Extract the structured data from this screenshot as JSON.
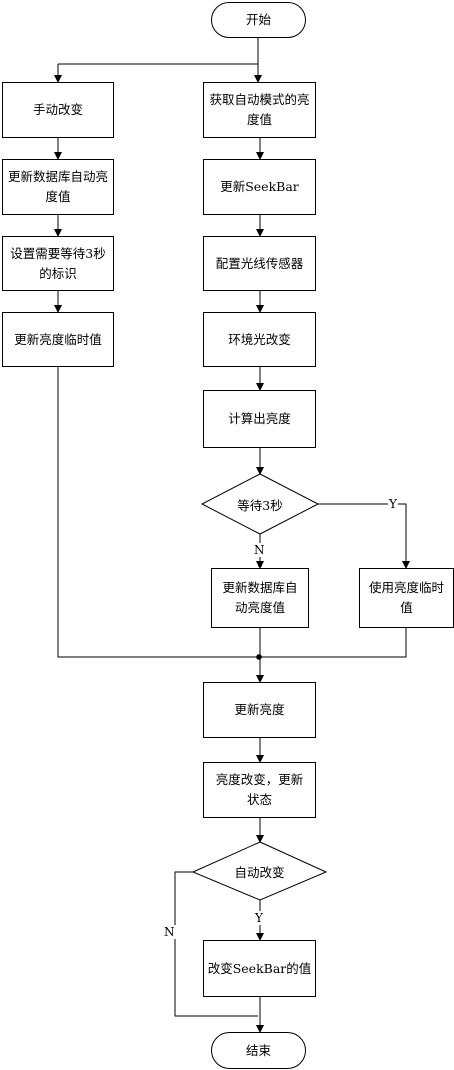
{
  "nodes": {
    "start": "开始",
    "manual_change": "手动改变",
    "update_db_left": "更新数据库自动亮\n度值",
    "set_wait_flag": "设置需要等待3秒\n的标识",
    "update_temp_value": "更新亮度临时值",
    "get_auto_value": "获取自动模式的亮\n度值",
    "update_seekbar": "更新SeekBar",
    "config_sensor": "配置光线传感器",
    "env_light_change": "环境光改变",
    "calc_brightness": "计算出亮度",
    "wait_3s": "等待3秒",
    "update_db_mid": "更新数据库自\n动亮度值",
    "use_temp_value": "使用亮度临时\n值",
    "update_brightness": "更新亮度",
    "brightness_changed": "亮度改变，更新\n状态",
    "auto_change": "自动改变",
    "change_seekbar": "改变SeekBar的值",
    "end": "结束"
  },
  "edge_labels": {
    "wait_yes": "Y",
    "wait_no": "N",
    "auto_yes": "Y",
    "auto_no": "N"
  }
}
